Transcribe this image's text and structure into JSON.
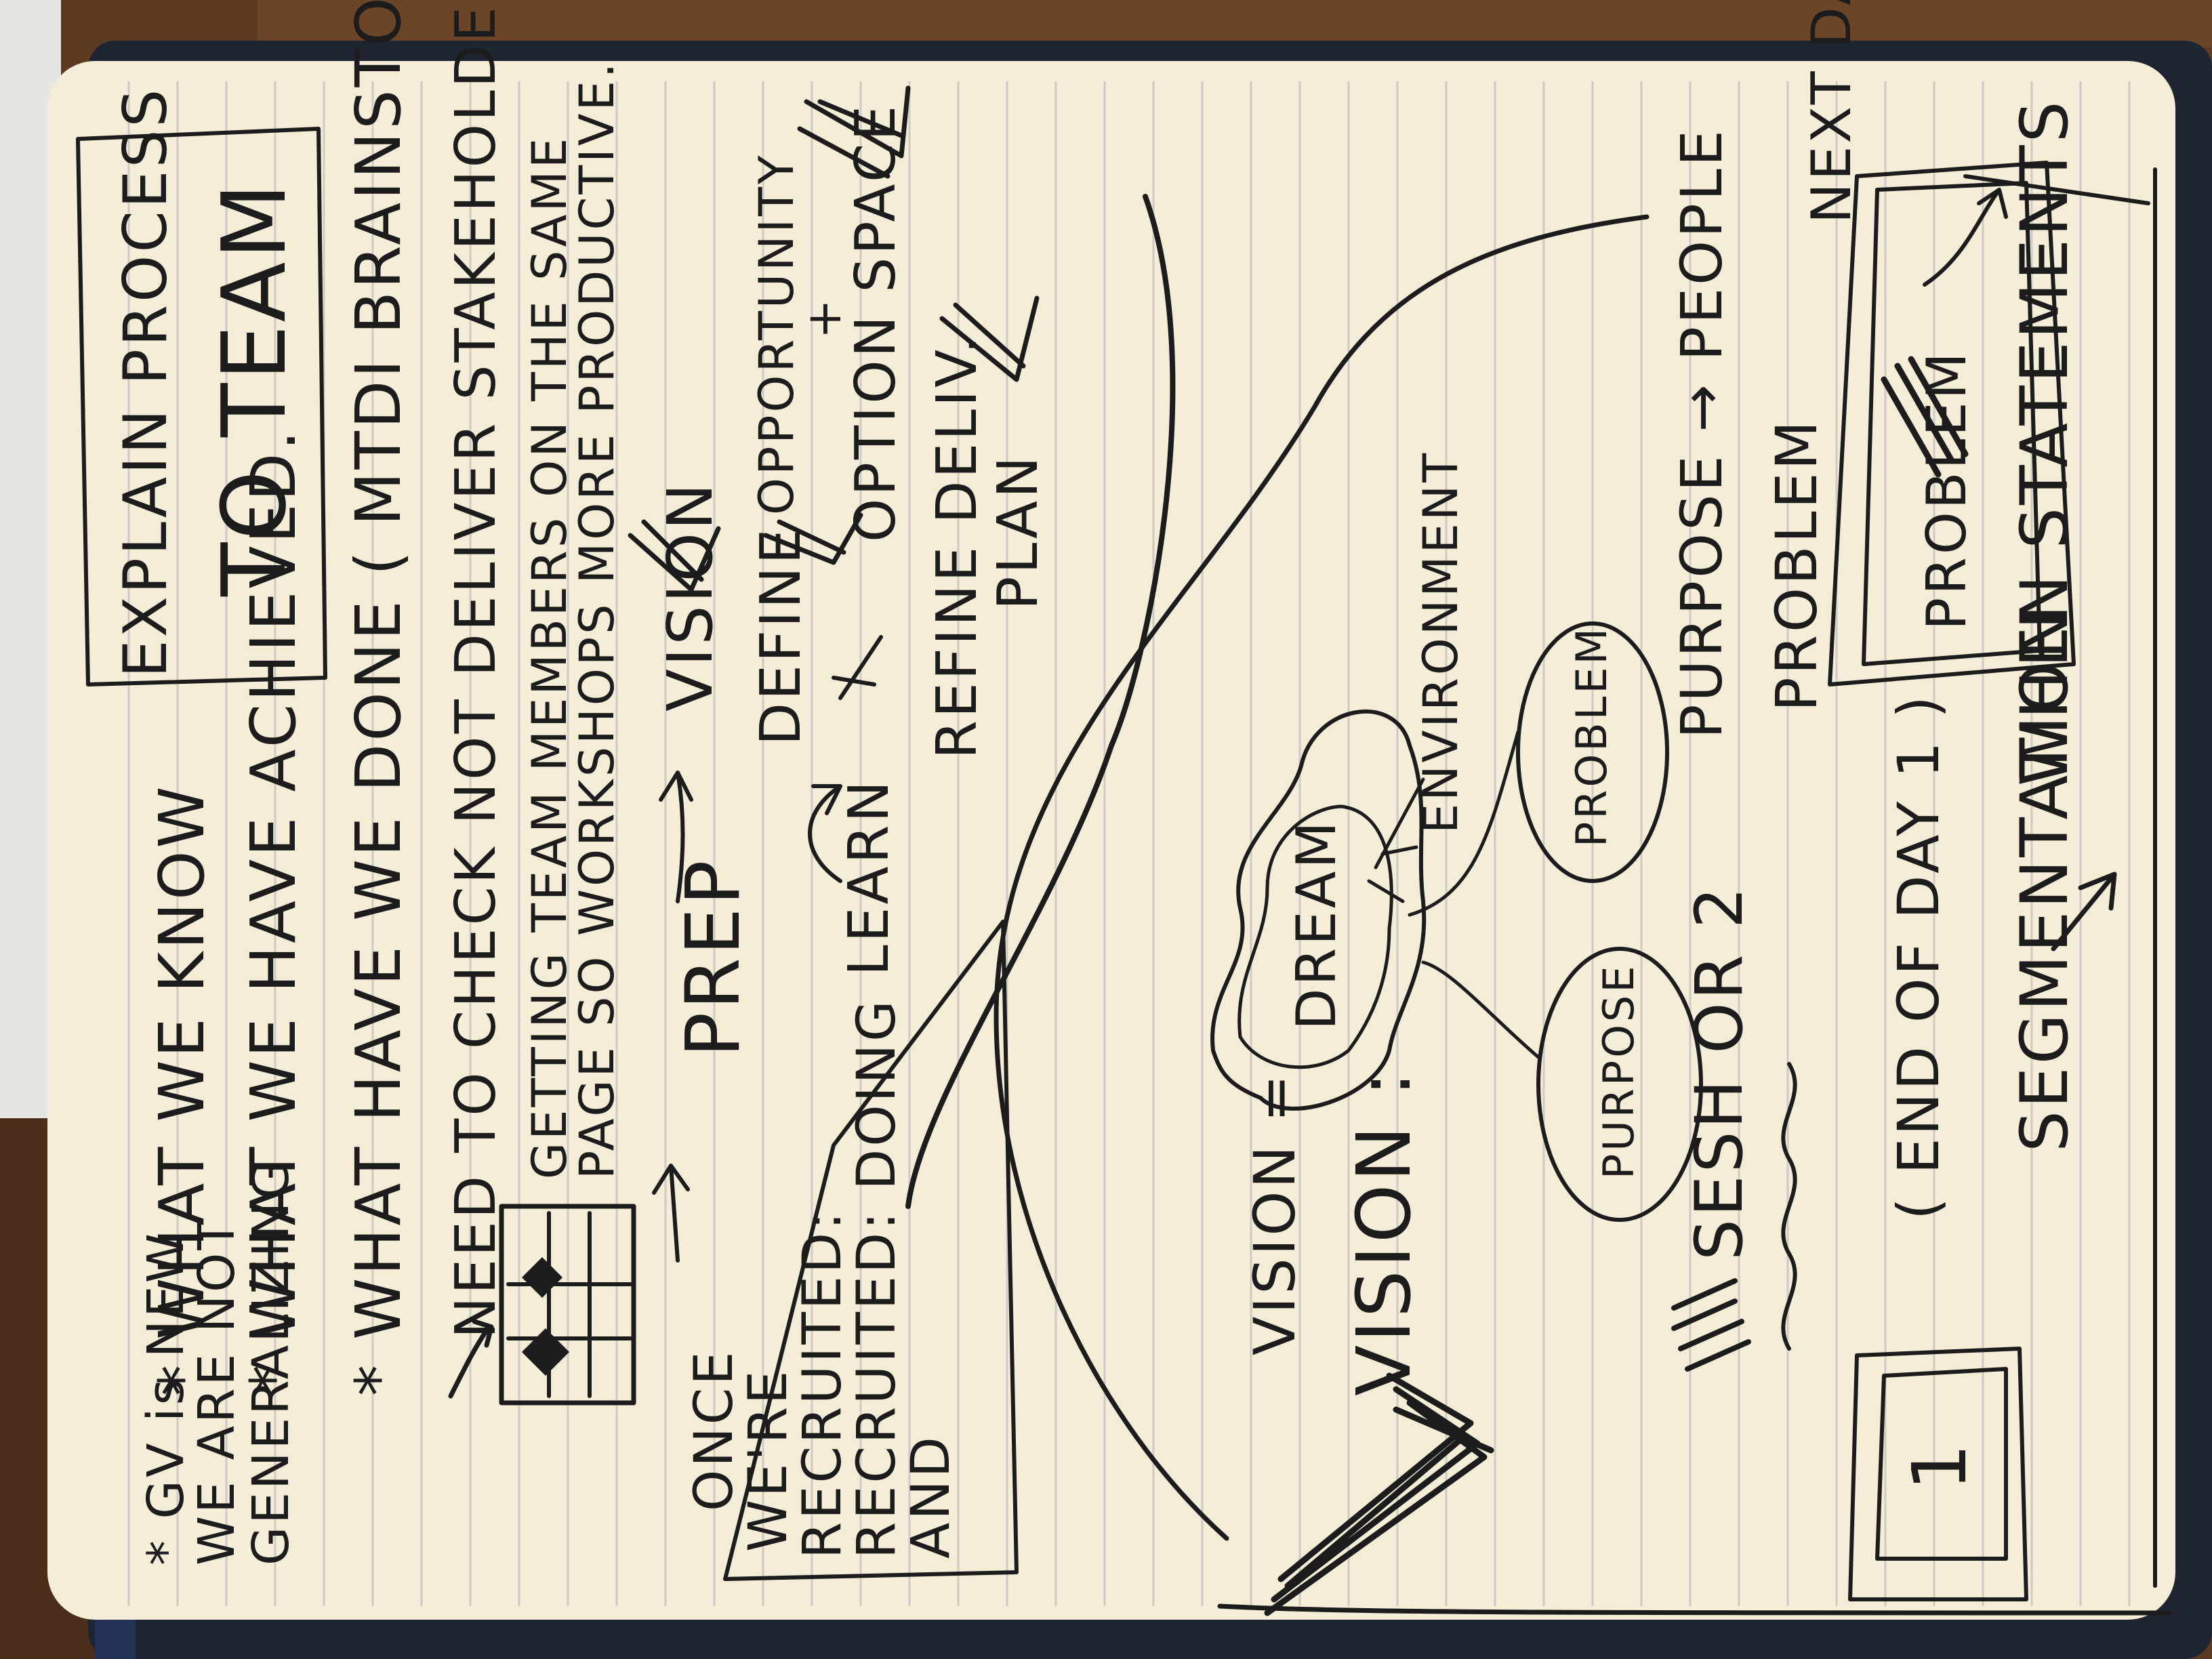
{
  "title_box": {
    "line1": "EXPLAIN PROCESS",
    "line2": "TO TEAM"
  },
  "top_notes": {
    "line1": "* GV is NEW",
    "line2": "WE ARE NOT",
    "line3": "GENERALIZING",
    "bullet1": "* WHAT WE KNOW",
    "bullet2": "* WHAT WE HAVE ACHIEVED.",
    "bullet3": "* WHAT HAVE WE DONE ( MTDI  BRAINSTORM",
    "need_line": "NEED TO CHECK NOT DELIVER STAKEHOLDERS.",
    "getting_line1": "GETTING TEAM MEMBERS ON THE SAME",
    "getting_line2": "PAGE SO WORKSHOPS MORE PRODUCTIVE."
  },
  "process": {
    "prep": "PREP",
    "vision": "VISION",
    "define": "DEFINE",
    "opportunity": "OPPORTUNITY",
    "plus": "+",
    "option_space": "OPTION SPACE",
    "learn": "LEARN",
    "refine_deliv": "REFINE DELIV.",
    "plan": "PLAN"
  },
  "once_box": {
    "line1": "ONCE",
    "line2": "WE'RE",
    "line3": "RECRUITED:",
    "line4": "RECRUITED: DOING",
    "line5": "AND"
  },
  "vision_diagram": {
    "vision_eq": "VISION =",
    "dream": "DREAM",
    "environment": "ENVIRONMENT",
    "problem": "PROBLEM",
    "purpose": "PURPOSE"
  },
  "bottom_left": {
    "vision_label": "VISION :"
  },
  "bottom_notes": {
    "sesh": "SESH OR 2",
    "purpose_people": "PURPOSE → PEOPLE",
    "problem": "PROBLEM",
    "crossed": "PROBLEM",
    "next_day": "NEXT DAY",
    "end_of_day": "( END OF DAY 1 )",
    "segmentation": "SEGMENTATION",
    "when_statements": "WHEN STATEMENTS",
    "box_label": "1"
  },
  "colors": {
    "paper": "#f4edd8",
    "ink": "#1c1c1c",
    "rule": "#c9c6c0",
    "wood": "#5a3a22",
    "cover": "#1f2433"
  }
}
